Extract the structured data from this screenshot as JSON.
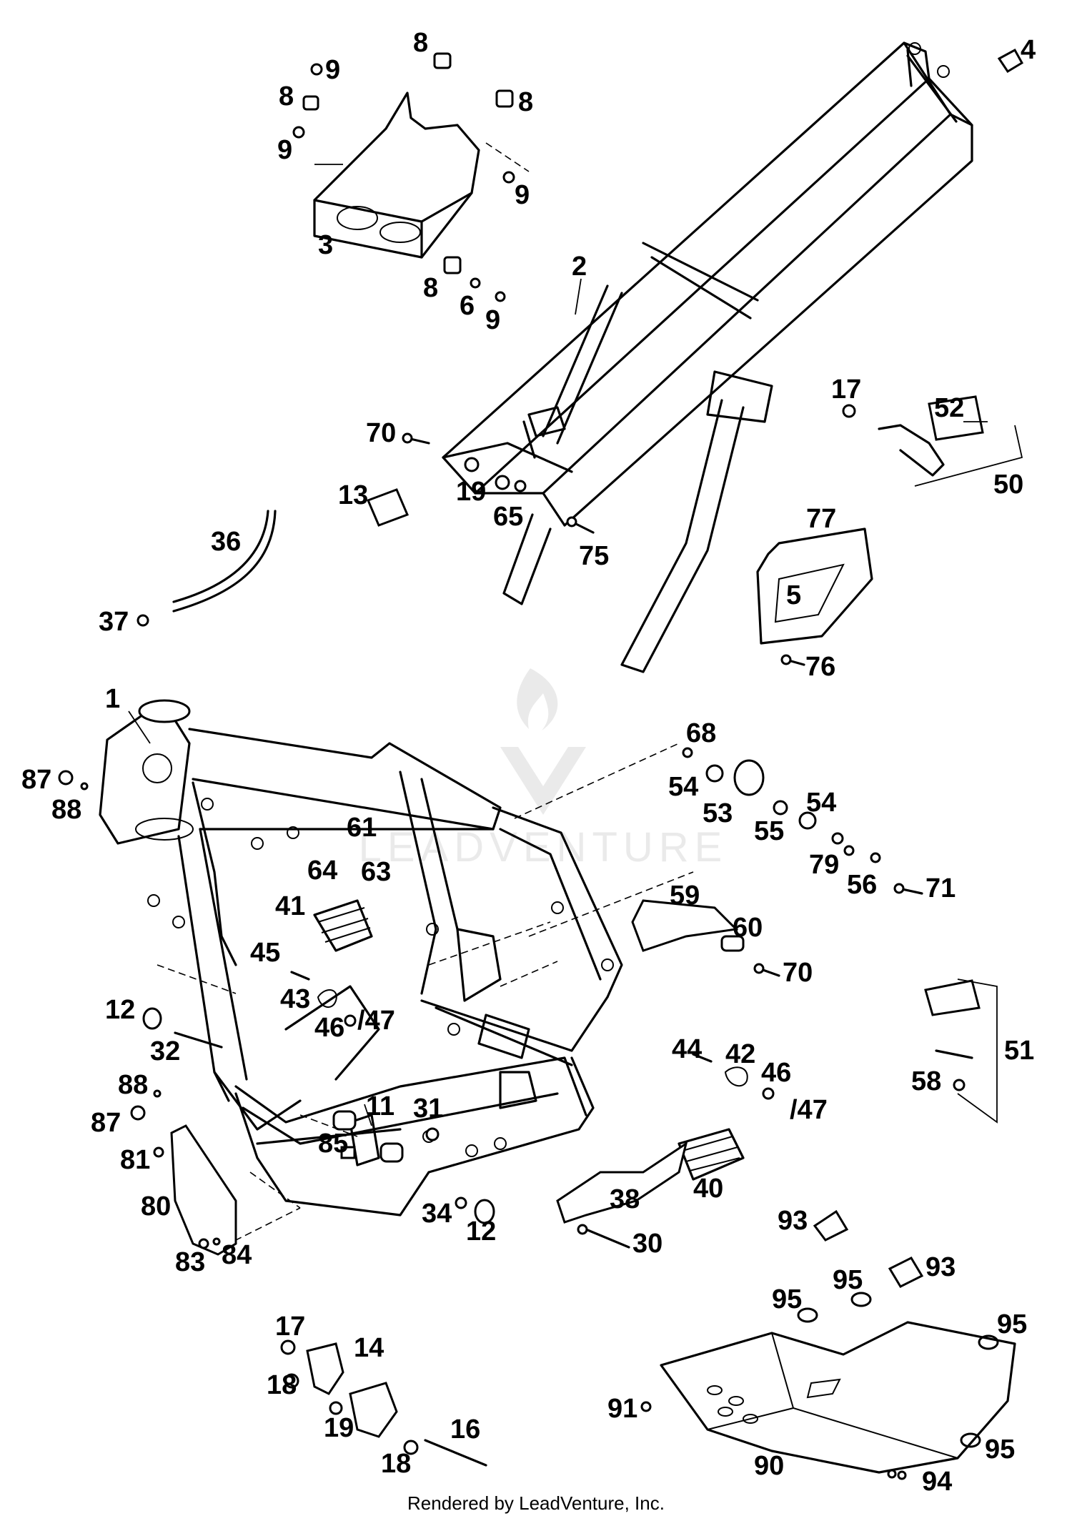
{
  "callouts": [
    {
      "id": "c-8a",
      "text": "8"
    },
    {
      "id": "c-4",
      "text": "4"
    },
    {
      "id": "c-9a",
      "text": "9"
    },
    {
      "id": "c-8b",
      "text": "8"
    },
    {
      "id": "c-8c",
      "text": "8"
    },
    {
      "id": "c-9b",
      "text": "9"
    },
    {
      "id": "c-9c",
      "text": "9"
    },
    {
      "id": "c-3",
      "text": "3"
    },
    {
      "id": "c-8d",
      "text": "8"
    },
    {
      "id": "c-6",
      "text": "6"
    },
    {
      "id": "c-9d",
      "text": "9"
    },
    {
      "id": "c-2",
      "text": "2"
    },
    {
      "id": "c-17a",
      "text": "17"
    },
    {
      "id": "c-52",
      "text": "52"
    },
    {
      "id": "c-70a",
      "text": "70"
    },
    {
      "id": "c-50",
      "text": "50"
    },
    {
      "id": "c-13",
      "text": "13"
    },
    {
      "id": "c-19a",
      "text": "19"
    },
    {
      "id": "c-65",
      "text": "65"
    },
    {
      "id": "c-77",
      "text": "77"
    },
    {
      "id": "c-36",
      "text": "36"
    },
    {
      "id": "c-75",
      "text": "75"
    },
    {
      "id": "c-5",
      "text": "5"
    },
    {
      "id": "c-37",
      "text": "37"
    },
    {
      "id": "c-76",
      "text": "76"
    },
    {
      "id": "c-1",
      "text": "1"
    },
    {
      "id": "c-68",
      "text": "68"
    },
    {
      "id": "c-87a",
      "text": "87"
    },
    {
      "id": "c-88a",
      "text": "88"
    },
    {
      "id": "c-54a",
      "text": "54"
    },
    {
      "id": "c-53",
      "text": "53"
    },
    {
      "id": "c-54b",
      "text": "54"
    },
    {
      "id": "c-61",
      "text": "61"
    },
    {
      "id": "c-55",
      "text": "55"
    },
    {
      "id": "c-64",
      "text": "64"
    },
    {
      "id": "c-63",
      "text": "63"
    },
    {
      "id": "c-79",
      "text": "79"
    },
    {
      "id": "c-56",
      "text": "56"
    },
    {
      "id": "c-71",
      "text": "71"
    },
    {
      "id": "c-41",
      "text": "41"
    },
    {
      "id": "c-59",
      "text": "59"
    },
    {
      "id": "c-60",
      "text": "60"
    },
    {
      "id": "c-45",
      "text": "45"
    },
    {
      "id": "c-70b",
      "text": "70"
    },
    {
      "id": "c-43",
      "text": "43"
    },
    {
      "id": "c-46a",
      "text": "46"
    },
    {
      "id": "c-47a",
      "text": "/47"
    },
    {
      "id": "c-12a",
      "text": "12"
    },
    {
      "id": "c-32",
      "text": "32"
    },
    {
      "id": "c-44",
      "text": "44"
    },
    {
      "id": "c-42",
      "text": "42"
    },
    {
      "id": "c-51",
      "text": "51"
    },
    {
      "id": "c-46b",
      "text": "46"
    },
    {
      "id": "c-47b",
      "text": "/47"
    },
    {
      "id": "c-58",
      "text": "58"
    },
    {
      "id": "c-88b",
      "text": "88"
    },
    {
      "id": "c-87b",
      "text": "87"
    },
    {
      "id": "c-11",
      "text": "11"
    },
    {
      "id": "c-31",
      "text": "31"
    },
    {
      "id": "c-85",
      "text": "85"
    },
    {
      "id": "c-81",
      "text": "81"
    },
    {
      "id": "c-38",
      "text": "38"
    },
    {
      "id": "c-40",
      "text": "40"
    },
    {
      "id": "c-80",
      "text": "80"
    },
    {
      "id": "c-34",
      "text": "34"
    },
    {
      "id": "c-12b",
      "text": "12"
    },
    {
      "id": "c-93a",
      "text": "93"
    },
    {
      "id": "c-30",
      "text": "30"
    },
    {
      "id": "c-83",
      "text": "83"
    },
    {
      "id": "c-84",
      "text": "84"
    },
    {
      "id": "c-93b",
      "text": "93"
    },
    {
      "id": "c-95a",
      "text": "95"
    },
    {
      "id": "c-95b",
      "text": "95"
    },
    {
      "id": "c-95c",
      "text": "95"
    },
    {
      "id": "c-17b",
      "text": "17"
    },
    {
      "id": "c-14",
      "text": "14"
    },
    {
      "id": "c-18a",
      "text": "18"
    },
    {
      "id": "c-91",
      "text": "91"
    },
    {
      "id": "c-19b",
      "text": "19"
    },
    {
      "id": "c-16",
      "text": "16"
    },
    {
      "id": "c-95d",
      "text": "95"
    },
    {
      "id": "c-18b",
      "text": "18"
    },
    {
      "id": "c-90",
      "text": "90"
    },
    {
      "id": "c-94",
      "text": "94"
    }
  ],
  "watermark": "LEADVENTURE",
  "footer": "Rendered by LeadVenture, Inc.",
  "colors": {
    "ink": "#000000",
    "paper": "#ffffff",
    "watermark": "#d9d9d9"
  }
}
